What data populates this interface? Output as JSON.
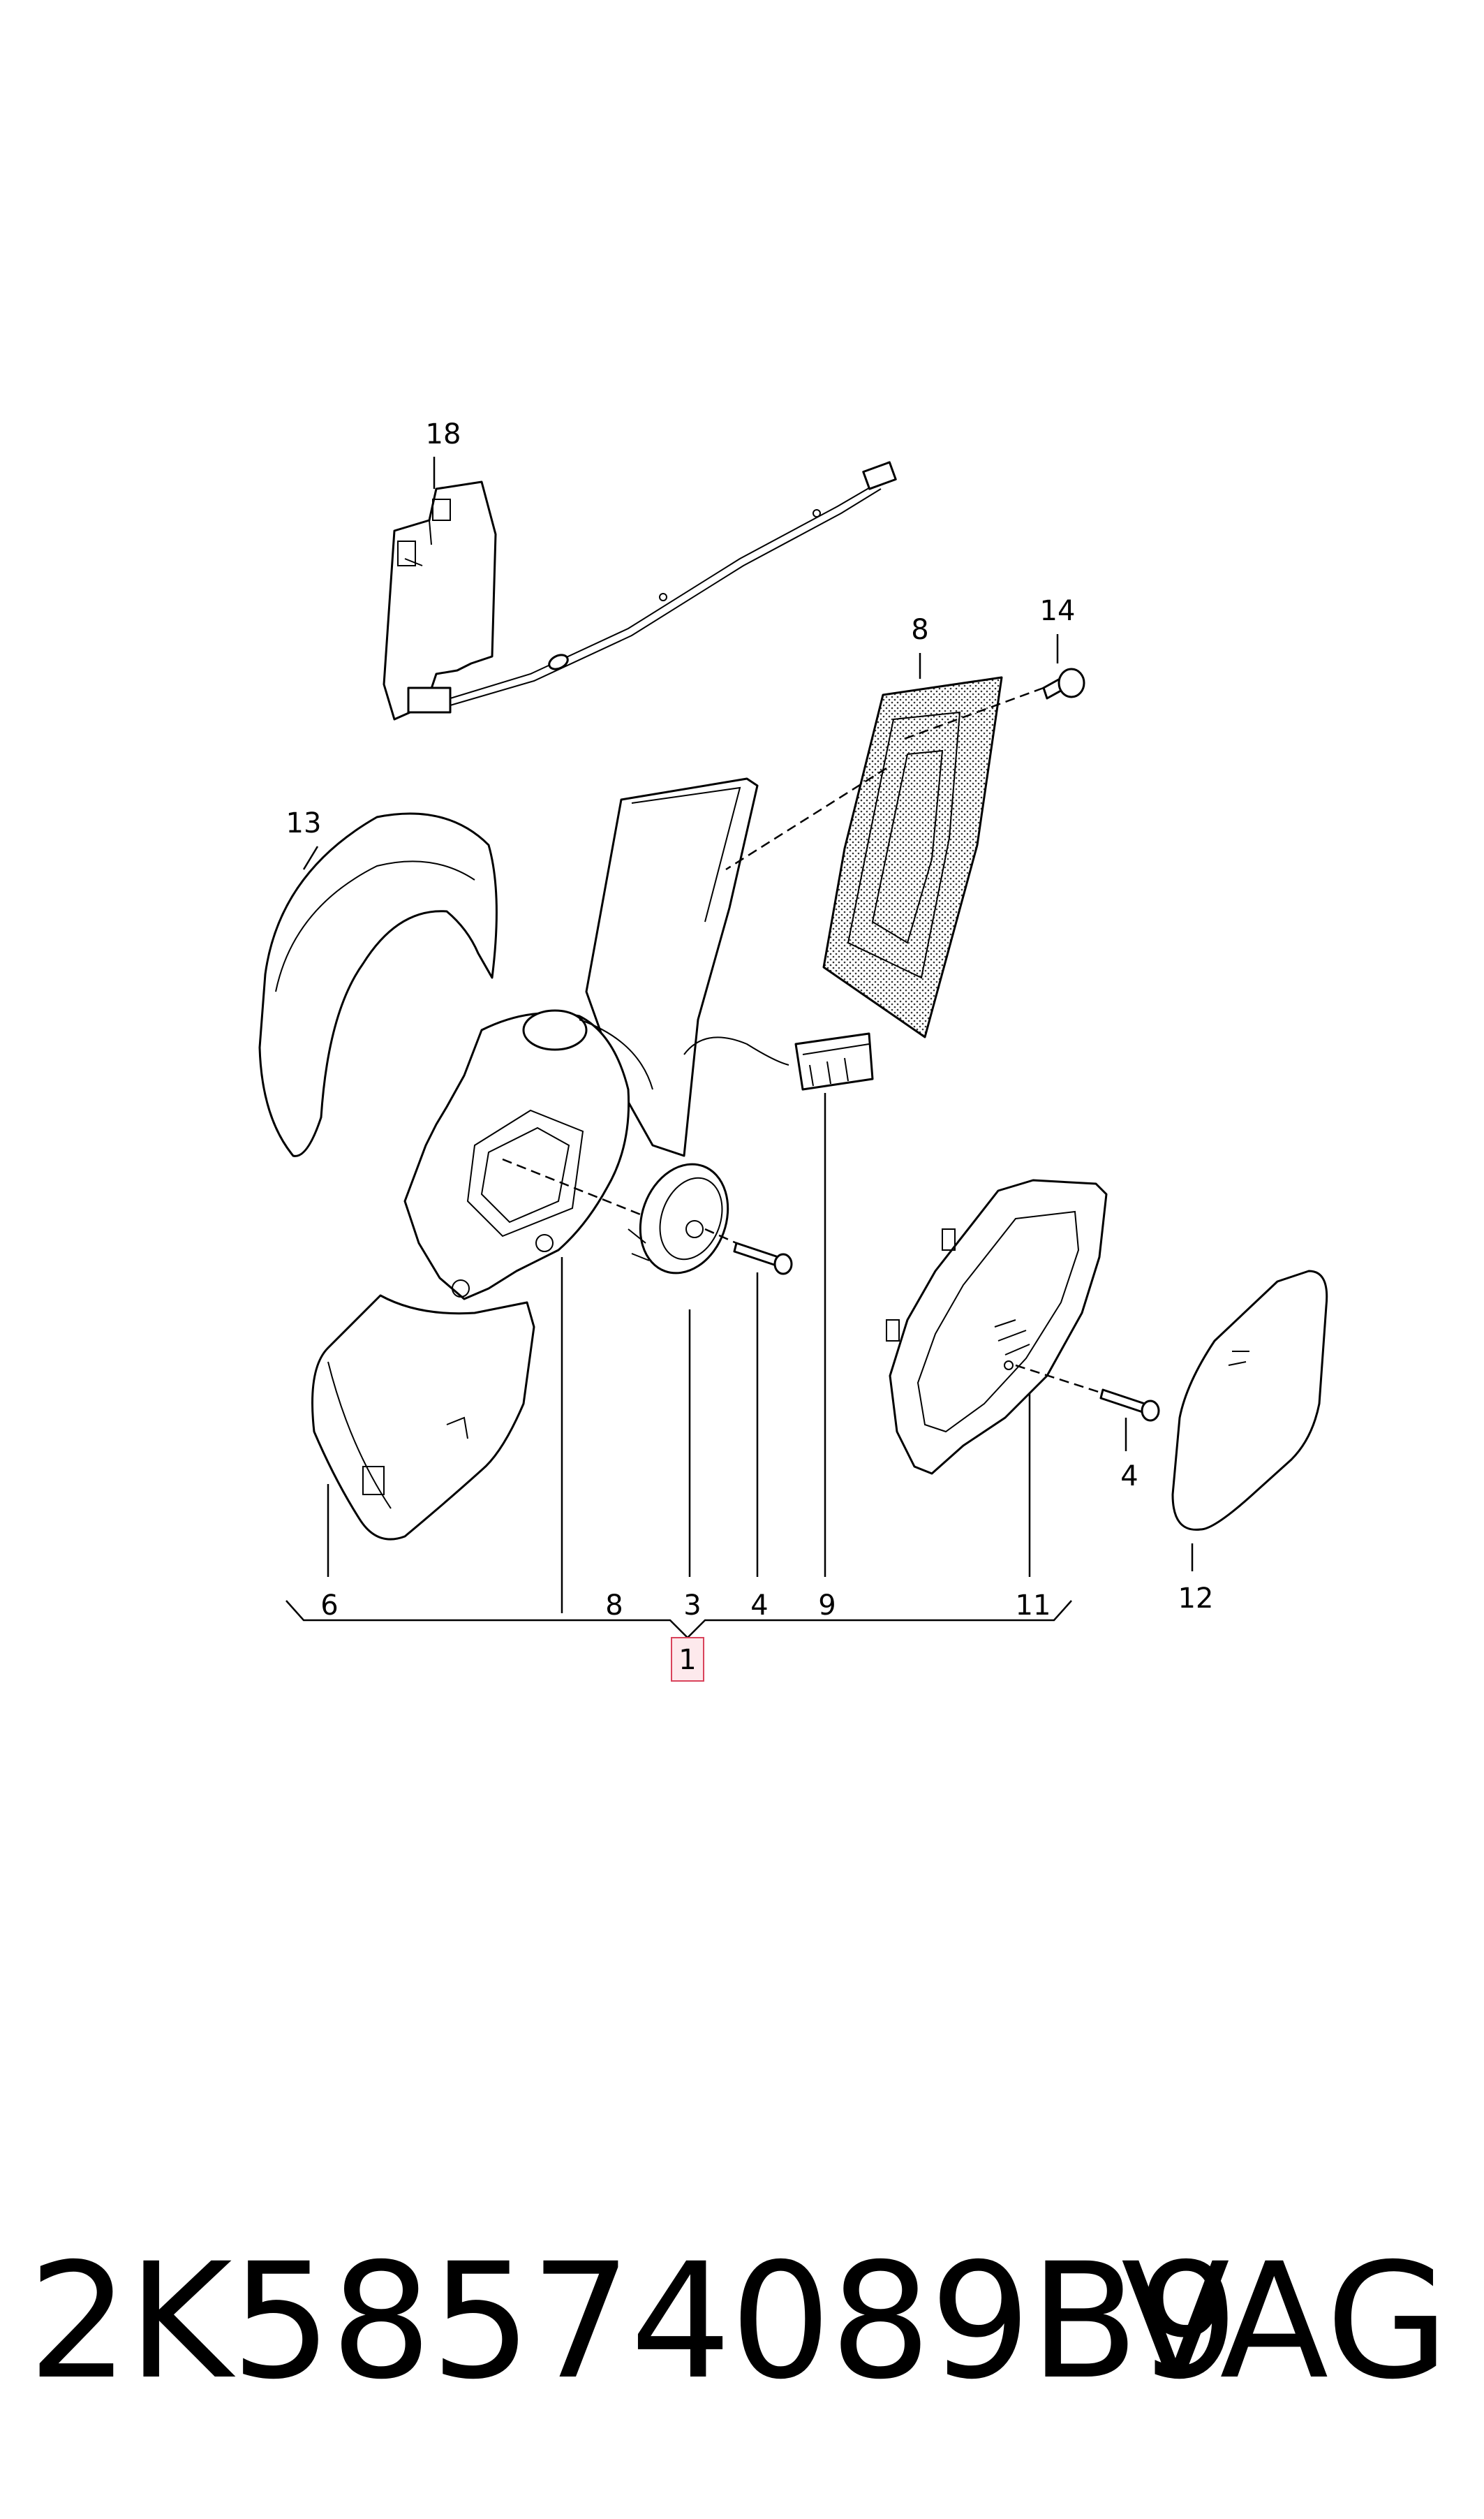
{
  "diagram": {
    "callouts": {
      "c18": "18",
      "c8_top": "8",
      "c14": "14",
      "c13": "13",
      "c4_right": "4",
      "c12": "12",
      "c6": "6",
      "c8_bottom": "8",
      "c3": "3",
      "c4_bottom": "4",
      "c9": "9",
      "c11": "11",
      "c1": "1"
    }
  },
  "footer": {
    "part_number": "2K58574089B9",
    "brand": "VAG"
  }
}
